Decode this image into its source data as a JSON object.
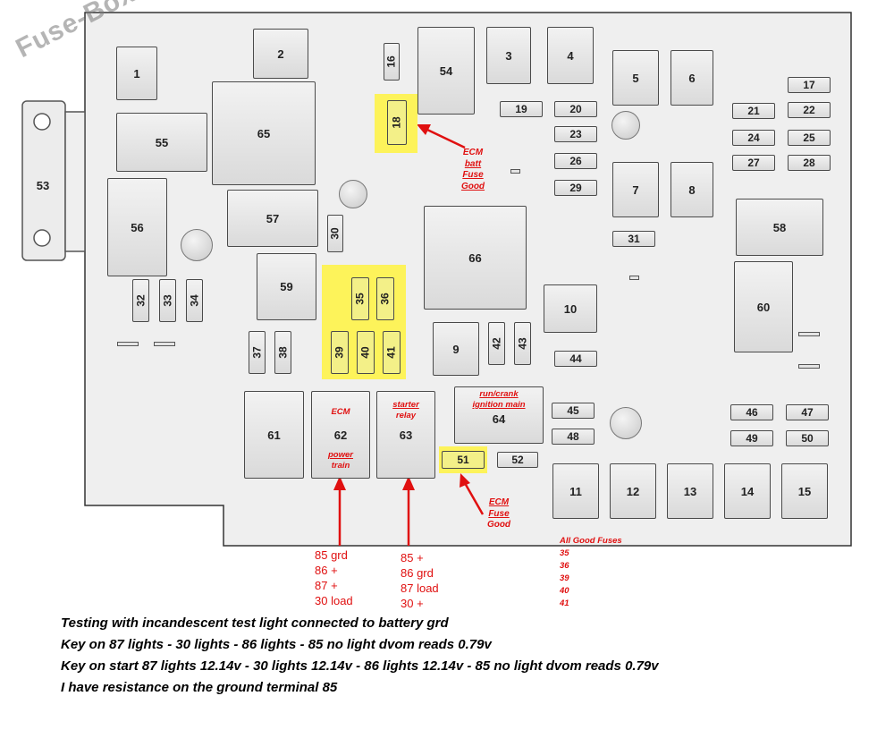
{
  "watermark": "Fuse-Box.info",
  "fuses": [
    "1",
    "2",
    "3",
    "4",
    "5",
    "6",
    "7",
    "8",
    "9",
    "10",
    "11",
    "12",
    "13",
    "14",
    "15",
    "16",
    "17",
    "18",
    "19",
    "20",
    "21",
    "22",
    "23",
    "24",
    "25",
    "26",
    "27",
    "28",
    "29",
    "30",
    "31",
    "32",
    "33",
    "34",
    "35",
    "36",
    "37",
    "38",
    "39",
    "40",
    "41",
    "42",
    "43",
    "44",
    "45",
    "46",
    "47",
    "48",
    "49",
    "50",
    "51",
    "52",
    "53",
    "54",
    "55",
    "56",
    "57",
    "58",
    "59",
    "60",
    "61",
    "62",
    "63",
    "64",
    "65",
    "66"
  ],
  "annotations": {
    "ecm_batt": [
      "ECM",
      "batt",
      "Fuse",
      "Good"
    ],
    "ecm_fuse": [
      "ECM",
      "Fuse",
      "Good"
    ],
    "ecm_power": [
      "ECM",
      "power",
      "train"
    ],
    "starter_relay": [
      "starter",
      "relay"
    ],
    "run_crank": [
      "run/crank",
      "ignition main"
    ]
  },
  "relay62_pins": [
    "85 grd",
    "86 +",
    "87 +",
    "30  load"
  ],
  "relay63_pins": [
    "85 +",
    "86 grd",
    "87 load",
    "30 +"
  ],
  "good_fuses": {
    "title": "All Good Fuses",
    "list": [
      "35",
      "36",
      "39",
      "40",
      "41"
    ]
  },
  "notes": [
    "Testing with incandescent test light connected to battery grd",
    "Key on 87 lights - 30 lights - 86 lights  - 85 no light dvom reads 0.79v",
    "Key on start 87 lights 12.14v - 30 lights 12.14v - 86 lights 12.14v  - 85 no light dvom reads 0.79v",
    "I have resistance on the ground terminal 85"
  ],
  "colors": {
    "highlight": "#fdf35a",
    "annotation": "#e01010",
    "board": "#eeeeee"
  }
}
